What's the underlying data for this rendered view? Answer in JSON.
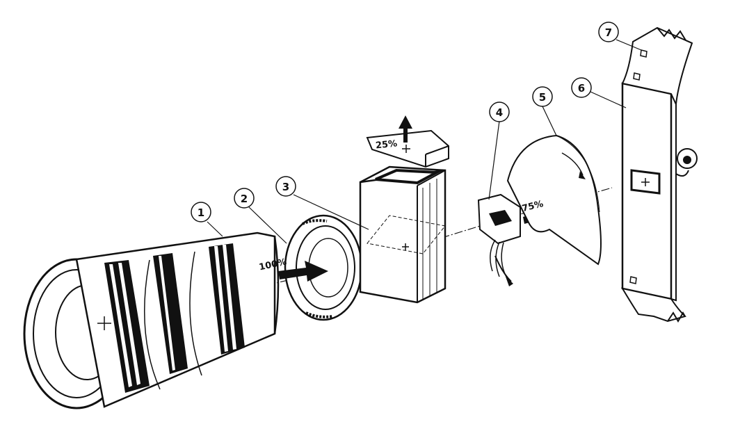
{
  "callouts": [
    "1",
    "2",
    "3",
    "4",
    "5",
    "6",
    "7"
  ],
  "percentages": {
    "input": "100%",
    "reflected": "25%",
    "transmitted": "75%"
  },
  "colors": {
    "ink": "#111111",
    "paper": "#ffffff"
  }
}
